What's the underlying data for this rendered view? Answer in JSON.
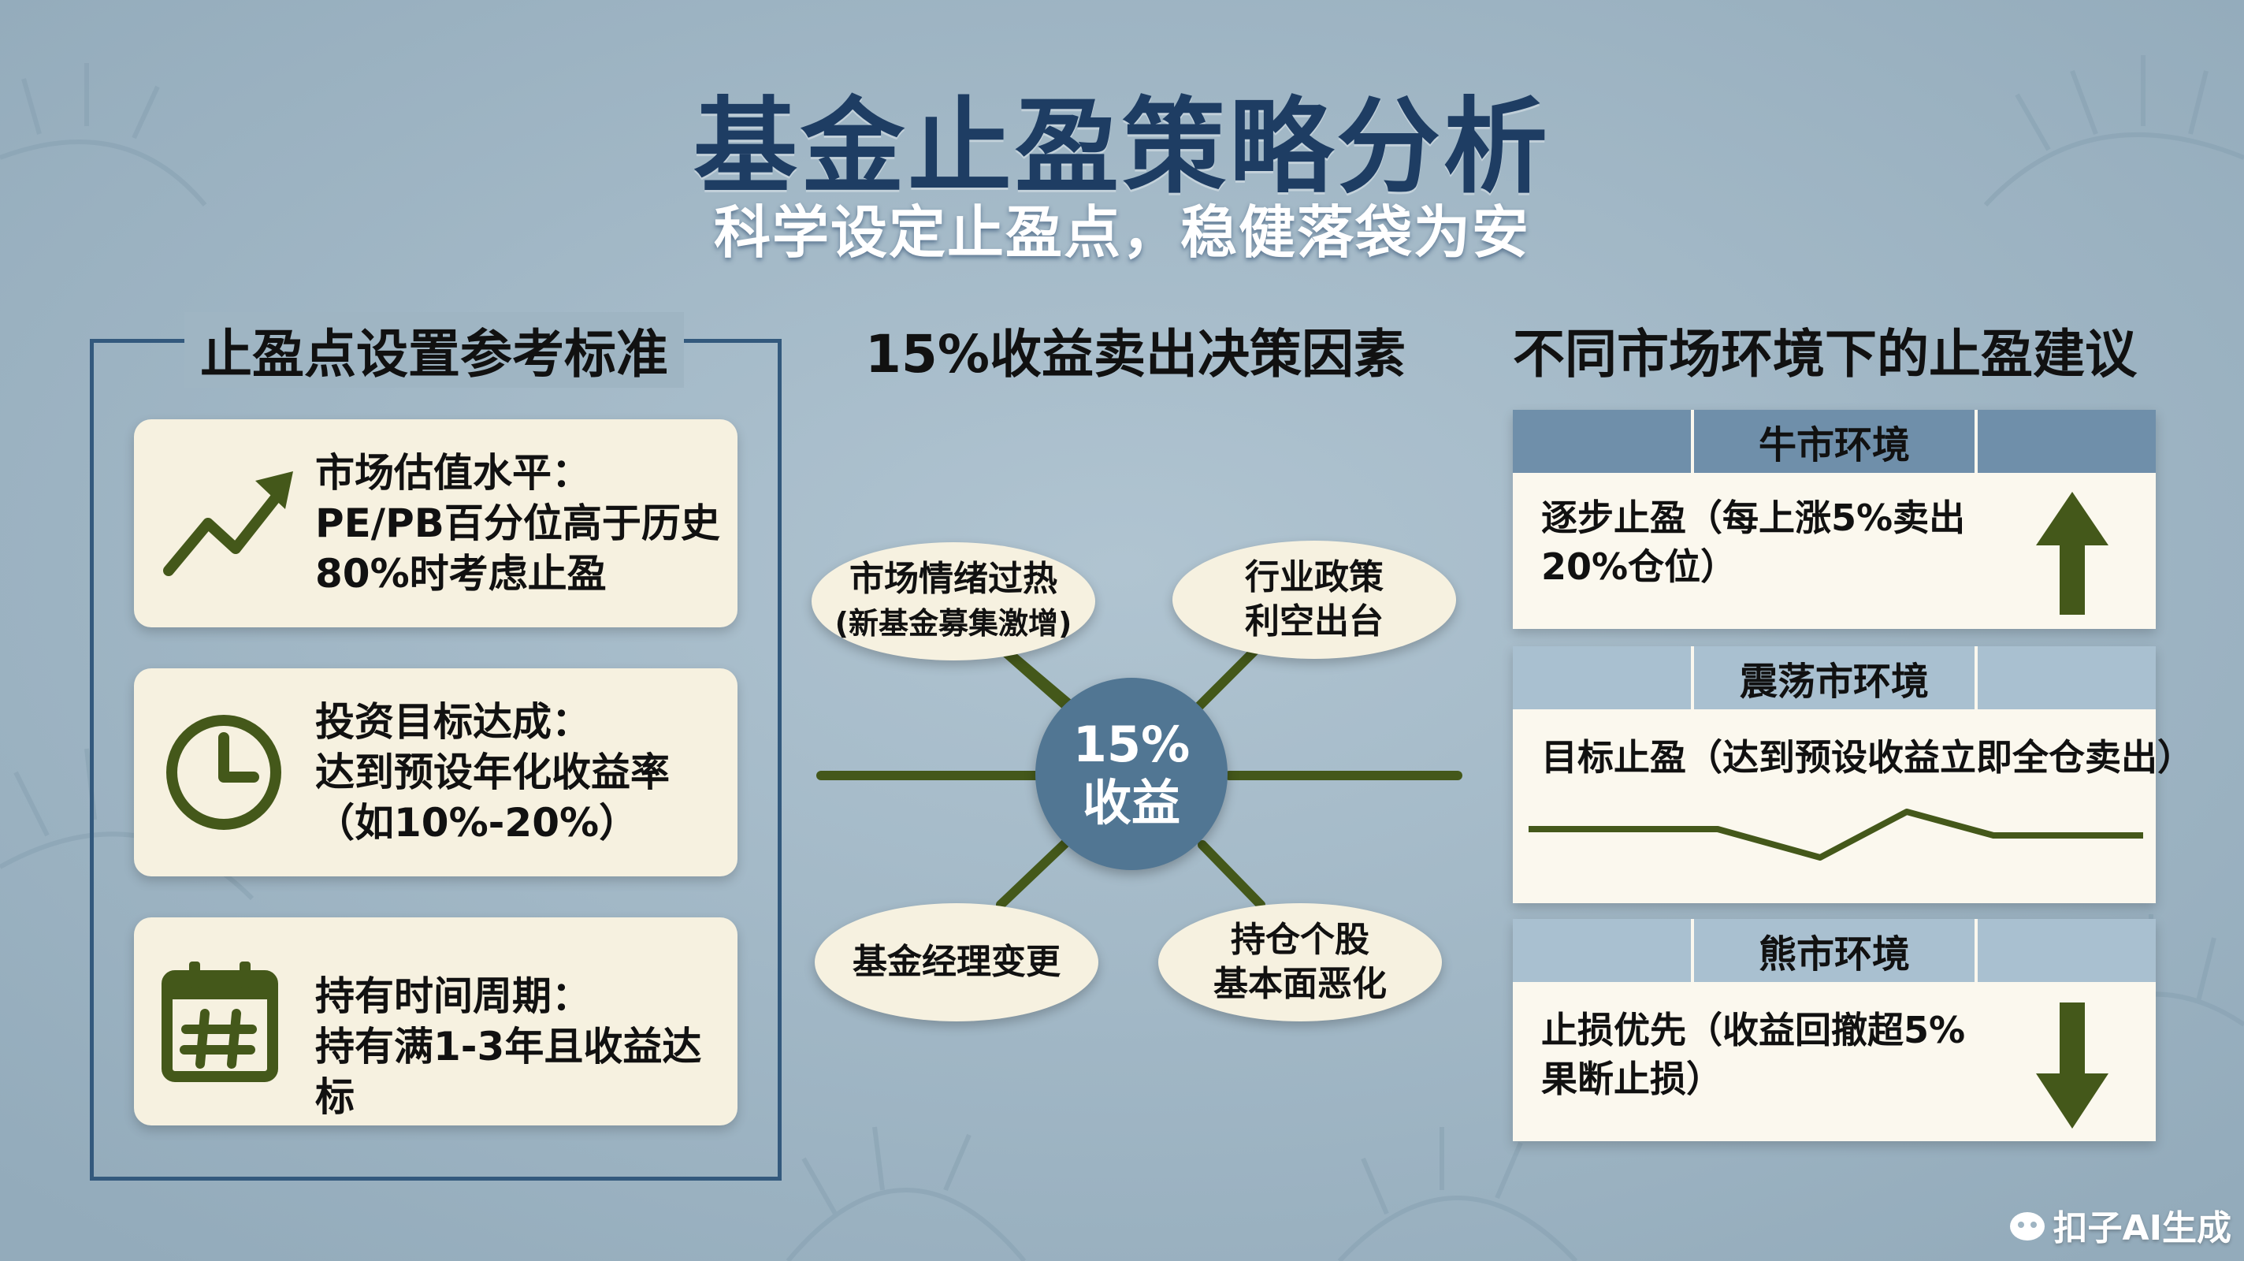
{
  "title": "基金止盈策略分析",
  "subtitle": "科学设定止盈点，稳健落袋为安",
  "left": {
    "heading": "止盈点设置参考标准",
    "cards": [
      {
        "icon": "trend-up-icon",
        "lines": [
          "市场估值水平：",
          "PE/PB百分位高于历史",
          "80%时考虑止盈"
        ]
      },
      {
        "icon": "clock-icon",
        "lines": [
          "投资目标达成：",
          "达到预设年化收益率",
          "（如10%-20%）"
        ]
      },
      {
        "icon": "calendar-icon",
        "lines": [
          "持有时间周期：",
          "持有满1-3年且收益达标"
        ]
      }
    ]
  },
  "middle": {
    "heading": "15%收益卖出决策因素",
    "hub": {
      "line1": "15%",
      "line2": "收益"
    },
    "factors": [
      {
        "line1": "市场情绪过热",
        "line2": "(新基金募集激增)"
      },
      {
        "line1": "行业政策",
        "line2": "利空出台"
      },
      {
        "line1": "基金经理变更",
        "line2": ""
      },
      {
        "line1": "持仓个股",
        "line2": "基本面恶化"
      }
    ]
  },
  "right": {
    "heading": "不同市场环境下的止盈建议",
    "panels": [
      {
        "title": "牛市环境",
        "lines": [
          "逐步止盈（每上涨5%卖出",
          "20%仓位）"
        ],
        "icon": "arrow-up-icon"
      },
      {
        "title": "震荡市环境",
        "lines": [
          "目标止盈（达到预设收益立即全仓卖出）"
        ],
        "icon": "zigzag-line-icon"
      },
      {
        "title": "熊市环境",
        "lines": [
          "止损优先（收益回撤超5%",
          "果断止损）"
        ],
        "icon": "arrow-down-icon"
      }
    ]
  },
  "watermark": "扣子AI生成",
  "colors": {
    "navy": "#1e3d63",
    "frame": "#33597d",
    "hub": "#517693",
    "green": "#44581a",
    "card": "#f6f1e0",
    "header_bull": "#6f8faa",
    "header_range": "#a9c0d0",
    "header_bear": "#a9c0d0"
  }
}
